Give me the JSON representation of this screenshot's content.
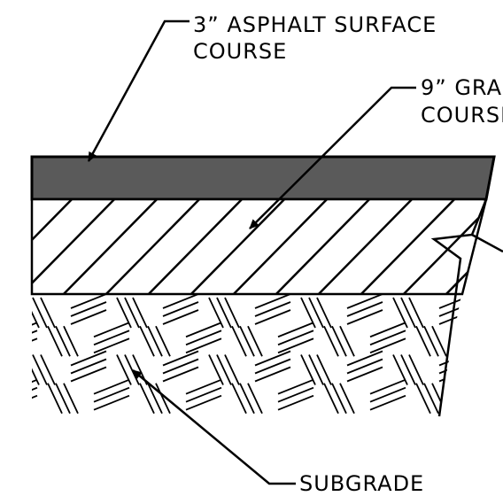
{
  "labels": {
    "asphalt_line1": "3” ASPHALT SURFACE",
    "asphalt_line2": "COURSE",
    "base_line1": "9” GRA",
    "base_line2": "COURSE",
    "subgrade": "SUBGRADE"
  },
  "colors": {
    "asphalt_fill": "#5a5a5a",
    "line": "#000000",
    "background": "#ffffff"
  }
}
